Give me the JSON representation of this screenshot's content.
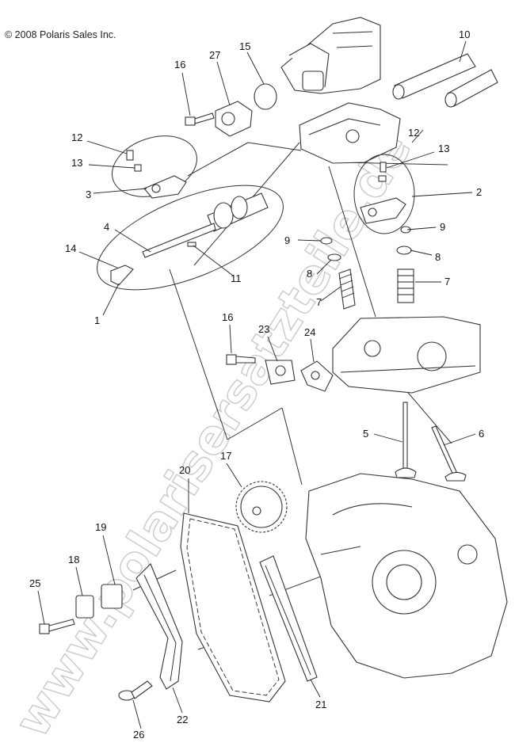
{
  "copyright": "© 2008 Polaris Sales Inc.",
  "watermark": "www.polarisersatzteile.de",
  "callouts": [
    {
      "id": "callout-1",
      "label": "1"
    },
    {
      "id": "callout-2",
      "label": "2"
    },
    {
      "id": "callout-3",
      "label": "3"
    },
    {
      "id": "callout-4",
      "label": "4"
    },
    {
      "id": "callout-5",
      "label": "5"
    },
    {
      "id": "callout-6",
      "label": "6"
    },
    {
      "id": "callout-7-right",
      "label": "7"
    },
    {
      "id": "callout-7-left",
      "label": "7"
    },
    {
      "id": "callout-8-right",
      "label": "8"
    },
    {
      "id": "callout-8-left",
      "label": "8"
    },
    {
      "id": "callout-9-right",
      "label": "9"
    },
    {
      "id": "callout-9-left",
      "label": "9"
    },
    {
      "id": "callout-10",
      "label": "10"
    },
    {
      "id": "callout-11",
      "label": "11"
    },
    {
      "id": "callout-12-left",
      "label": "12"
    },
    {
      "id": "callout-12-right",
      "label": "12"
    },
    {
      "id": "callout-13-left",
      "label": "13"
    },
    {
      "id": "callout-13-right",
      "label": "13"
    },
    {
      "id": "callout-14",
      "label": "14"
    },
    {
      "id": "callout-15",
      "label": "15"
    },
    {
      "id": "callout-16-top",
      "label": "16"
    },
    {
      "id": "callout-16-mid",
      "label": "16"
    },
    {
      "id": "callout-17",
      "label": "17"
    },
    {
      "id": "callout-18",
      "label": "18"
    },
    {
      "id": "callout-19",
      "label": "19"
    },
    {
      "id": "callout-20",
      "label": "20"
    },
    {
      "id": "callout-21",
      "label": "21"
    },
    {
      "id": "callout-22",
      "label": "22"
    },
    {
      "id": "callout-23",
      "label": "23"
    },
    {
      "id": "callout-24",
      "label": "24"
    },
    {
      "id": "callout-25",
      "label": "25"
    },
    {
      "id": "callout-26",
      "label": "26"
    },
    {
      "id": "callout-27",
      "label": "27"
    }
  ]
}
